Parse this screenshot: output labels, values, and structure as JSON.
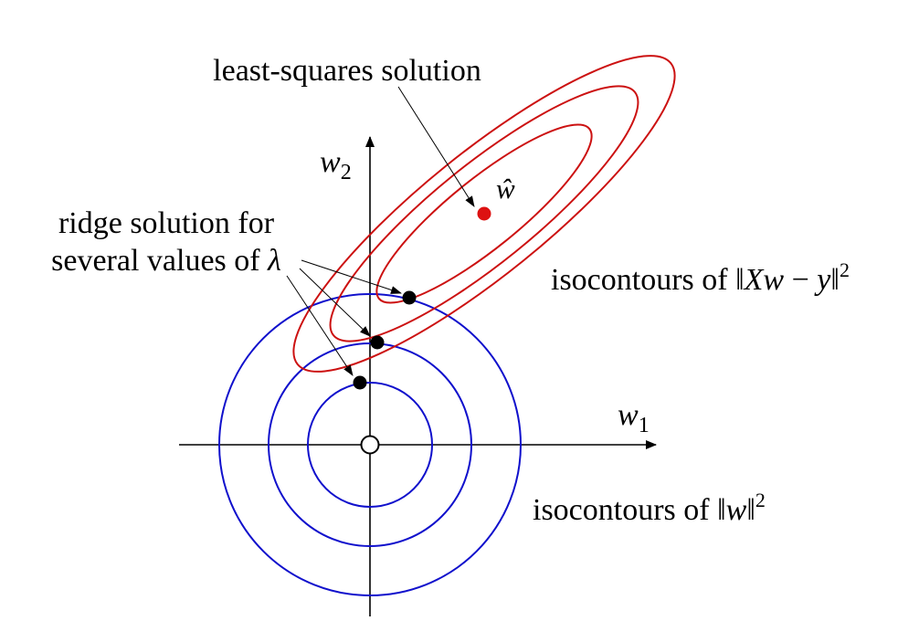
{
  "axes": {
    "x_label": {
      "symbol": "w",
      "sub": "1"
    },
    "y_label": {
      "symbol": "w",
      "sub": "2"
    }
  },
  "annotations": {
    "least_squares": "least-squares solution",
    "w_hat": "ŵ",
    "ridge_line1": "ridge solution for",
    "ridge_line2": "several values of ",
    "lambda": "λ",
    "iso_ls_prefix": "isocontours of ",
    "iso_ls_open": "‖",
    "iso_ls_X": "X",
    "iso_ls_w": "w",
    "iso_ls_minus": " − ",
    "iso_ls_y": "y",
    "iso_ls_close": "‖",
    "iso_ls_exp": "2",
    "iso_w_prefix": "isocontours of ",
    "iso_w_open": "‖",
    "iso_w_w": "w",
    "iso_w_close": "‖",
    "iso_w_exp": "2"
  },
  "colors": {
    "ellipse": "#cc1111",
    "circle": "#1010cc",
    "ls_point": "#dd1111",
    "ridge_point": "#000000",
    "axis": "#000000"
  }
}
